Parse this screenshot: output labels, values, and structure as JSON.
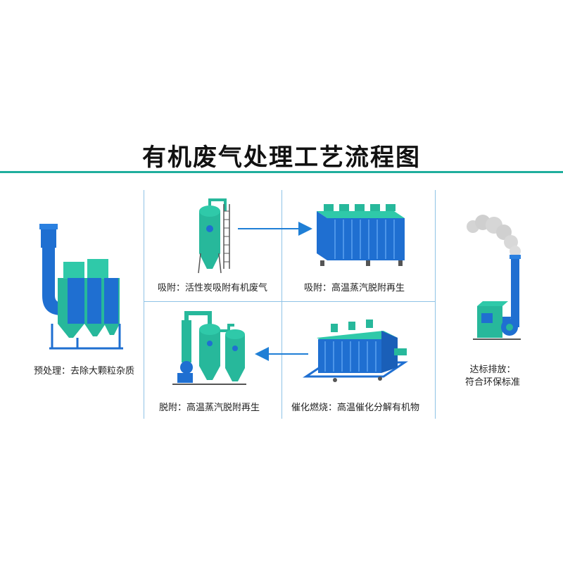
{
  "title": "有机废气处理工艺流程图",
  "steps": {
    "pretreat": {
      "label": "预处理：去除大颗粒杂质"
    },
    "adsorb": {
      "label": "吸附：活性炭吸附有机废气"
    },
    "adsorb_regen": {
      "label": "吸附：高温蒸汽脱附再生"
    },
    "desorb": {
      "label": "脱附：高温蒸汽脱附再生"
    },
    "catalytic": {
      "label": "催化燃烧：高温催化分解有机物"
    },
    "discharge": {
      "label_line1": "达标排放：",
      "label_line2": "符合环保标准"
    }
  },
  "colors": {
    "accent": "#1fae9d",
    "equipment_blue": "#1f6fd1",
    "equipment_teal": "#27b89b",
    "arrow": "#1f7fd6",
    "grid_line": "#8fc3e6"
  }
}
